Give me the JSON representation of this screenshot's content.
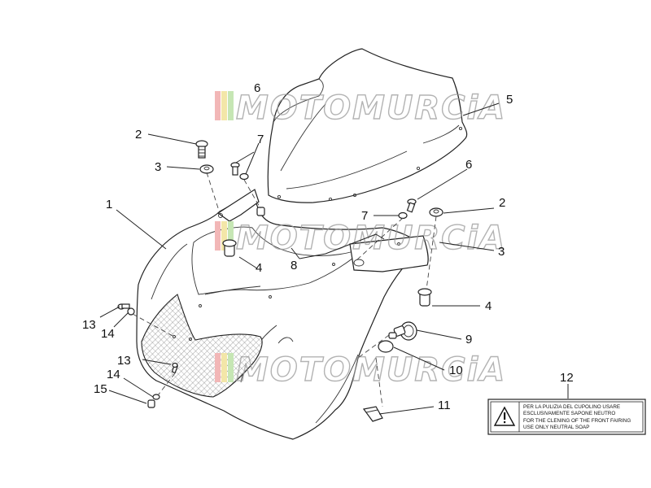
{
  "watermark": {
    "text": "MOTOMURCiA",
    "stripe_colors": [
      "#f2b7b7",
      "#f3e6a8",
      "#c6e6b4"
    ]
  },
  "warning_label": {
    "lines": [
      "PER LA PULIZIA DEL CUPOLINO USARE",
      "ESCLUSIVAMENTE SAPONE NEUTRO",
      "FOR THE CLENING OF THE FRONT FAIRING",
      "USE ONLY NEUTRAL SOAP"
    ],
    "icon": "warning-triangle-icon"
  },
  "callouts": {
    "c1": "1",
    "c2a": "2",
    "c2b": "2",
    "c3a": "3",
    "c3b": "3",
    "c4a": "4",
    "c4b": "4",
    "c5": "5",
    "c6a": "6",
    "c6b": "6",
    "c7a": "7",
    "c7b": "7",
    "c8": "8",
    "c9": "9",
    "c10": "10",
    "c11": "11",
    "c12": "12",
    "c13a": "13",
    "c13b": "13",
    "c14a": "14",
    "c14b": "14",
    "c15": "15"
  }
}
